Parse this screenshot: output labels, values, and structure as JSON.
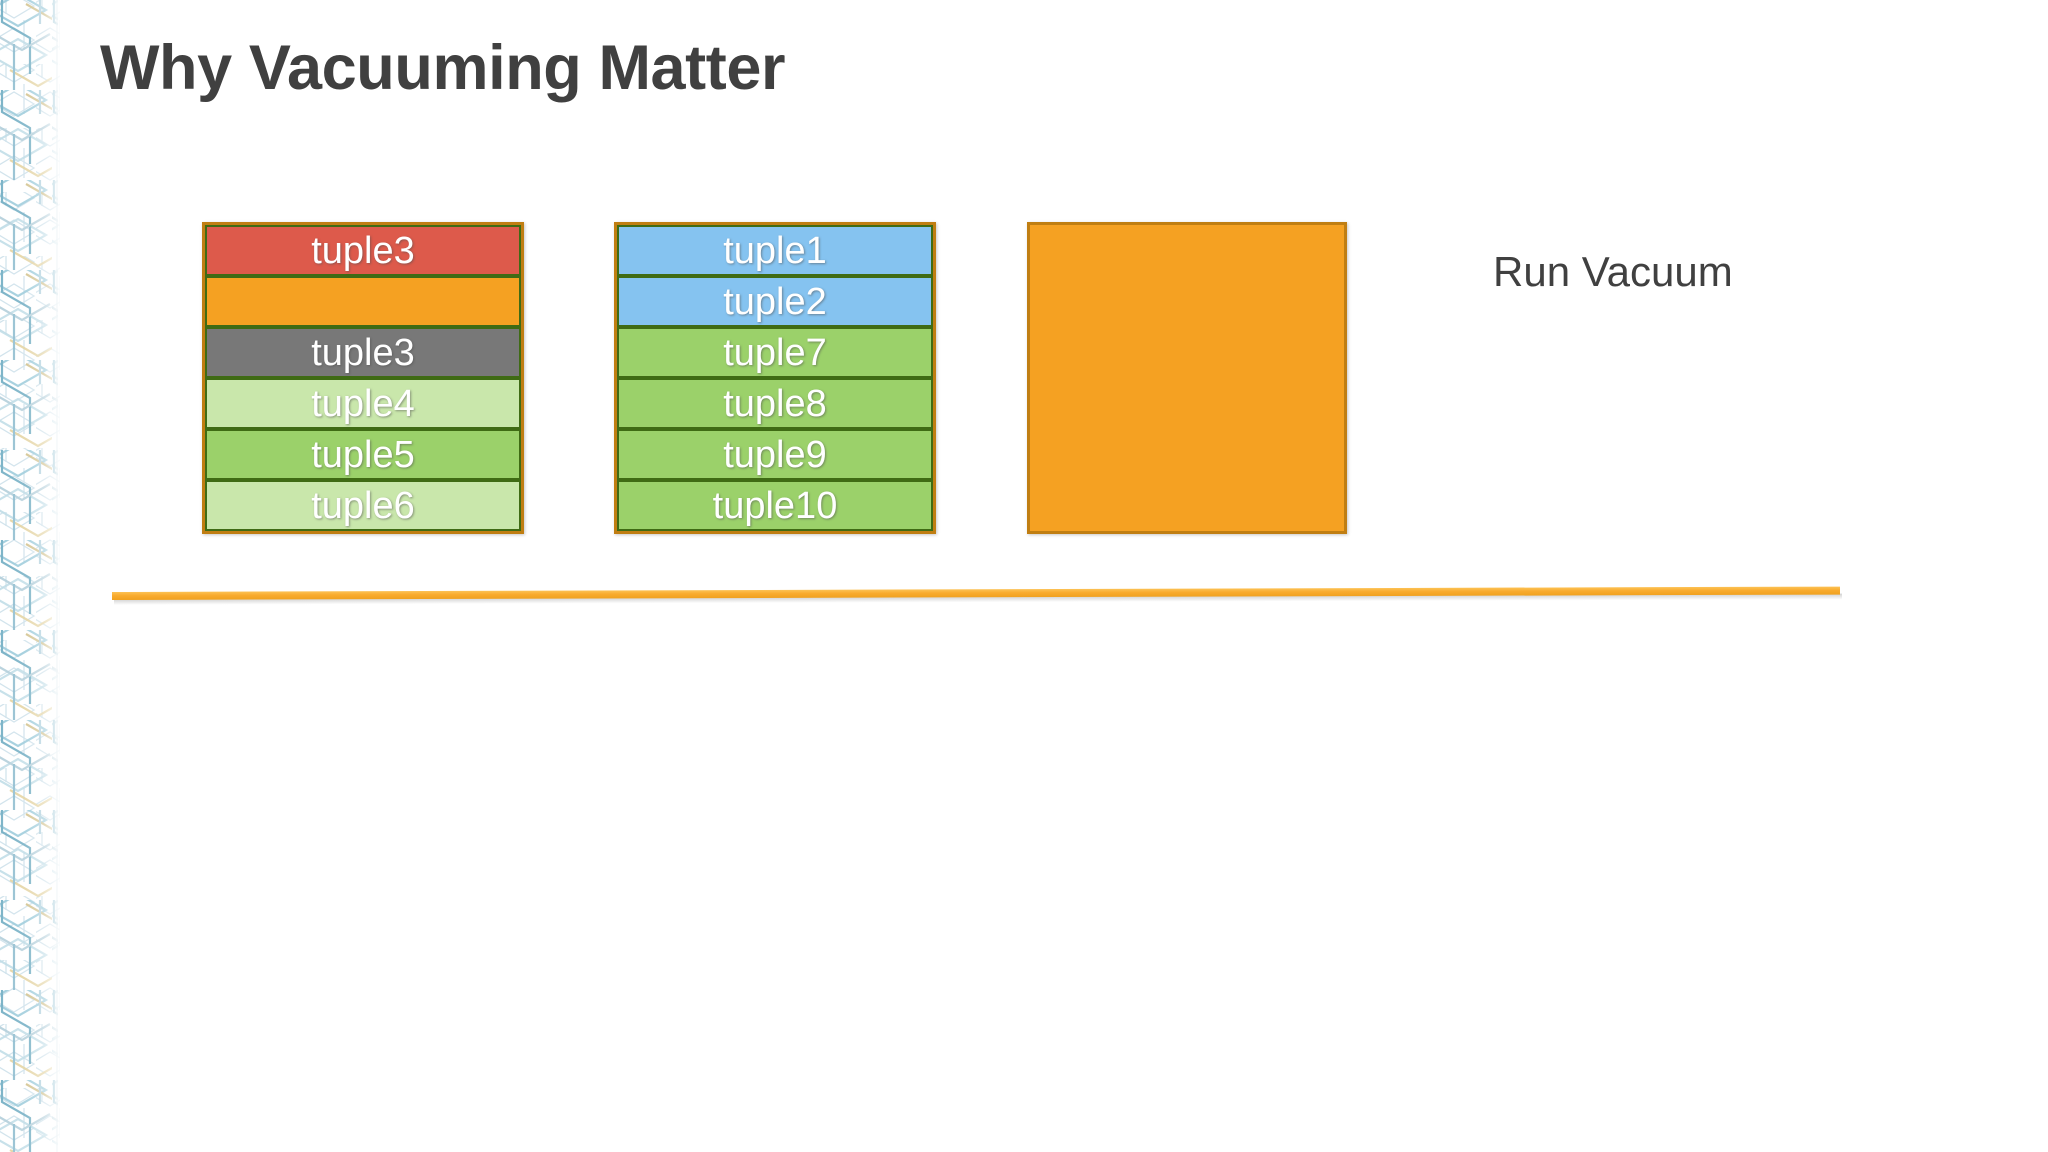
{
  "slide": {
    "title": "Why Vacuuming Matter",
    "background_color": "#ffffff",
    "title_color": "#404040"
  },
  "decoration": {
    "left_strip_icon": "circuit-pattern-strip",
    "divider_icon": "horizontal-orange-rule",
    "divider_color": "#f9ab2e"
  },
  "diagram": {
    "blocks": [
      {
        "name": "page-before-vacuum",
        "border_color": "#c07e12",
        "rows": [
          {
            "label": "tuple3",
            "fill": "#dd5a4b",
            "row_border": "#3f6b14"
          },
          {
            "label": "",
            "fill": "#f5a122",
            "row_border": "#3f6b14"
          },
          {
            "label": "tuple3",
            "fill": "#787878",
            "row_border": "#3f6b14"
          },
          {
            "label": "tuple4",
            "fill": "#c9e7ab",
            "row_border": "#3f6b14"
          },
          {
            "label": "tuple5",
            "fill": "#9bd16a",
            "row_border": "#3f6b14"
          },
          {
            "label": "tuple6",
            "fill": "#c9e7ab",
            "row_border": "#3f6b14"
          }
        ]
      },
      {
        "name": "page-after-vacuum",
        "border_color": "#c07e12",
        "rows": [
          {
            "label": "tuple1",
            "fill": "#85c3f0",
            "row_border": "#3f6b14"
          },
          {
            "label": "tuple2",
            "fill": "#85c3f0",
            "row_border": "#3f6b14"
          },
          {
            "label": "tuple7",
            "fill": "#9bd16a",
            "row_border": "#3f6b14"
          },
          {
            "label": "tuple8",
            "fill": "#9bd16a",
            "row_border": "#3f6b14"
          },
          {
            "label": "tuple9",
            "fill": "#9bd16a",
            "row_border": "#3f6b14"
          },
          {
            "label": "tuple10",
            "fill": "#9bd16a",
            "row_border": "#3f6b14"
          }
        ]
      }
    ],
    "free_space_block": {
      "name": "reclaimed-space-block",
      "label": "",
      "fill": "#f5a122",
      "border_color": "#c07e12"
    },
    "caption": "Run Vacuum"
  }
}
